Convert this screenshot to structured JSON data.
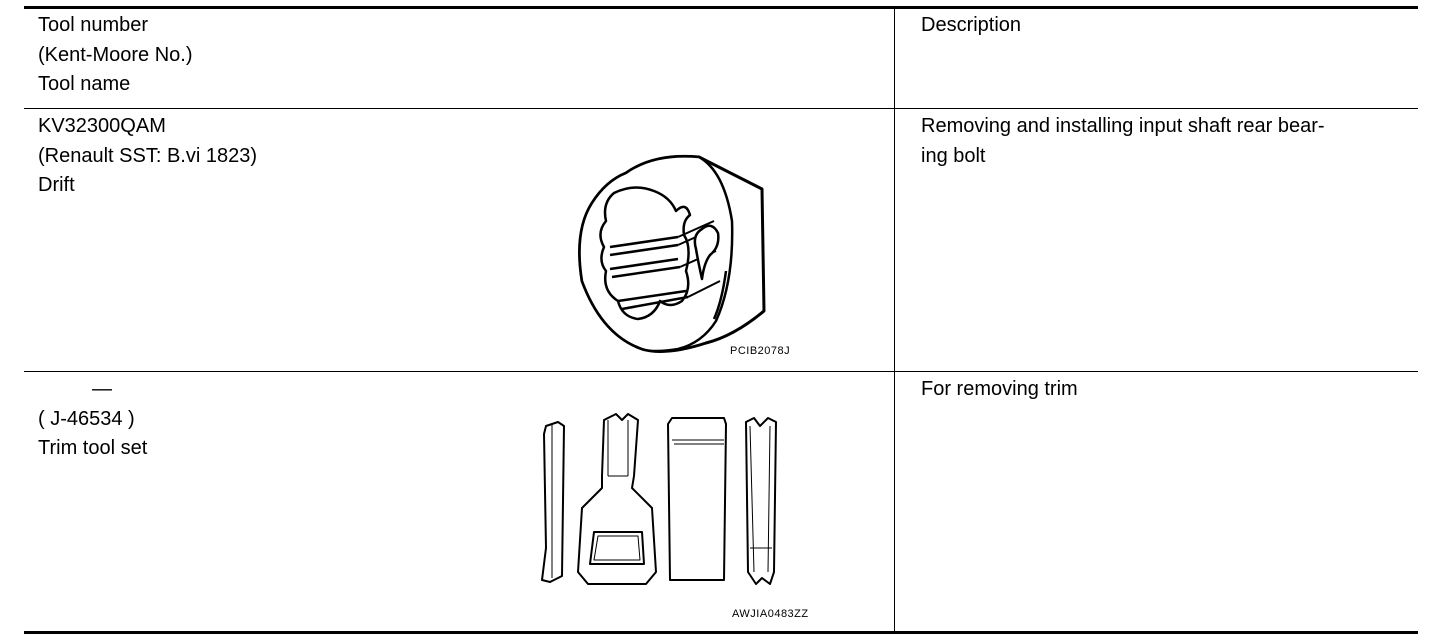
{
  "header": {
    "tool_col": [
      "Tool number",
      "(Kent-Moore No.)",
      "Tool name"
    ],
    "desc_col": "Description"
  },
  "rows": [
    {
      "tool_lines": [
        "KV32300QAM",
        "(Renault SST: B.vi 1823)",
        "Drift"
      ],
      "description_lines": [
        "Removing and installing input shaft rear bear-",
        "ing bolt"
      ],
      "figure_code": "PCIB2078J",
      "figure_icon": "drift-tool-illustration"
    },
    {
      "tool_lines": [
        "—",
        "( J-46534 )",
        "Trim tool set"
      ],
      "description_lines": [
        "For removing trim"
      ],
      "figure_code": "AWJIA0483ZZ",
      "figure_icon": "trim-tool-set-illustration"
    }
  ]
}
